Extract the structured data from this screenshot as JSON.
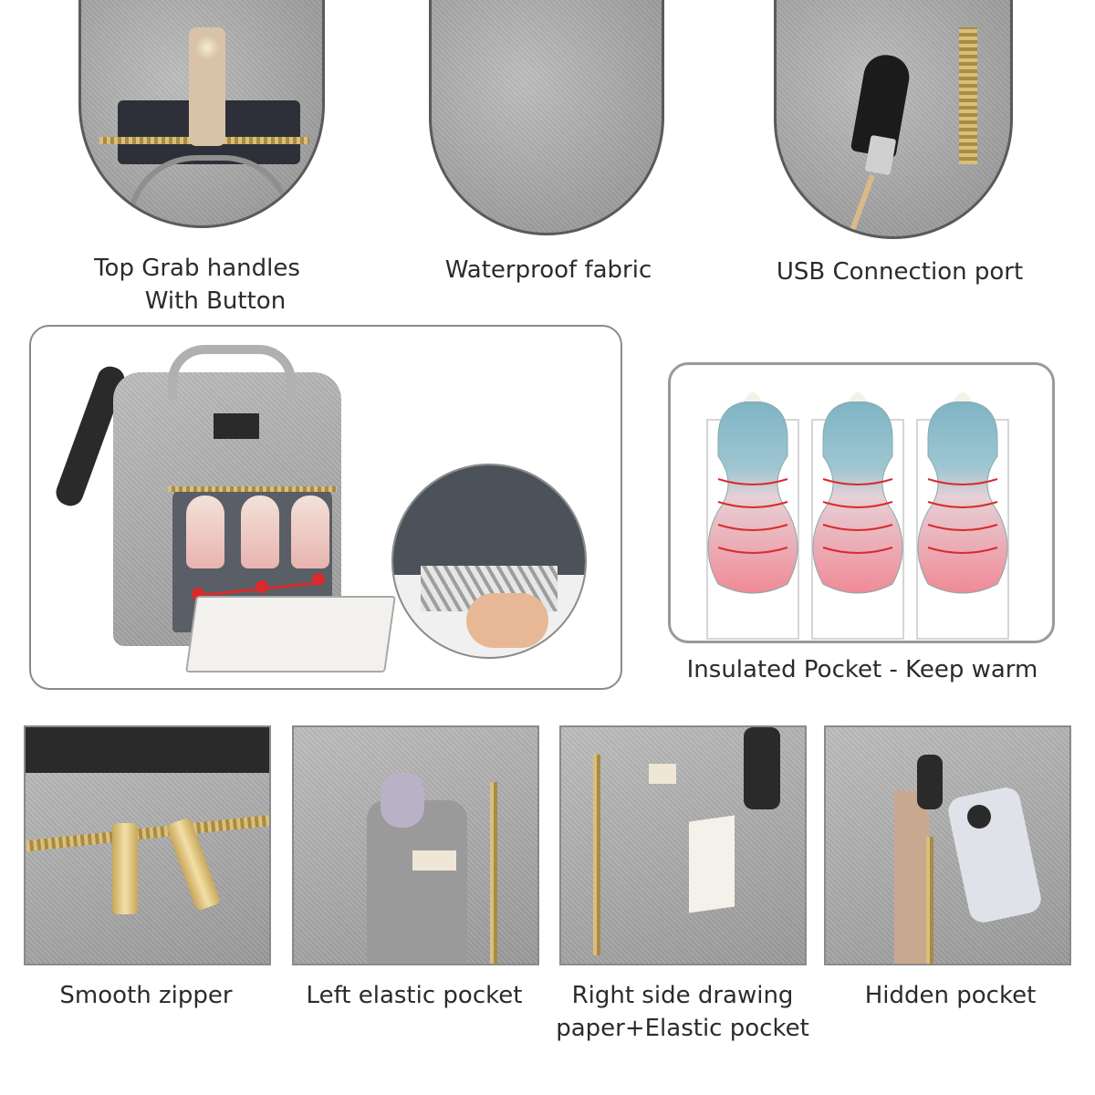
{
  "captions": {
    "top_grab": [
      "Top Grab handles",
      "With Button"
    ],
    "waterproof": "Waterproof fabric",
    "usb": "USB Connection port",
    "insulated": "Insulated Pocket - Keep warm",
    "smooth_zipper": "Smooth zipper",
    "left_pocket": "Left elastic pocket",
    "right_side": [
      "Right side drawing",
      "paper+Elastic pocket"
    ],
    "hidden_pocket": "Hidden pocket"
  },
  "colors": {
    "fabric_gray": "#a8a8a8",
    "bottle_teal": "#7fb4c4",
    "bottle_pink": "#f2a0a8",
    "heat_red": "#d92b2b",
    "zipper_gold": "#c9a75a"
  },
  "icons": [
    "usb-plug-icon",
    "baby-bottle-icon"
  ]
}
